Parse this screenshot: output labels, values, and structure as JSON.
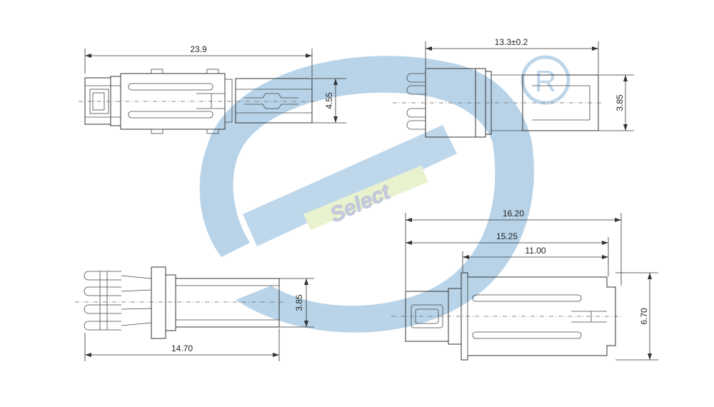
{
  "watermark": {
    "brand": "Select",
    "registered": "R"
  },
  "dimensions": {
    "view1_length": "23.9",
    "view1_height": "4.55",
    "view2_length": "13.3±0.2",
    "view2_height": "3.85",
    "view3_height": "3.85",
    "view3_length": "14.70",
    "view4_overall": "16.20",
    "view4_body": "15.25",
    "view4_shell": "11.00",
    "view4_height": "6.70"
  }
}
